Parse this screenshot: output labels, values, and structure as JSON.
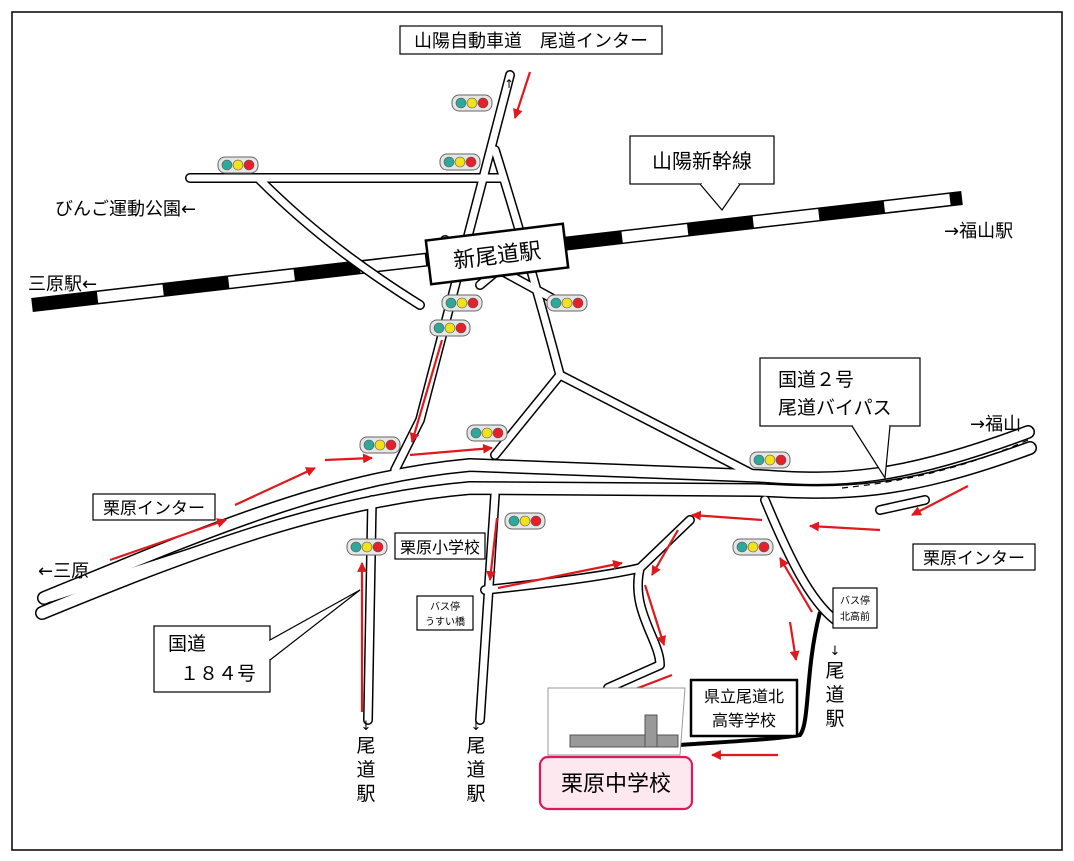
{
  "labels": {
    "sanyo_expressway": "山陽自動車道　尾道インター",
    "shinkansen": "山陽新幹線",
    "shin_onomichi_station": "新尾道駅",
    "bingo_park": "びんご運動公園←",
    "mihara_station": "三原駅←",
    "fukuyama_station": "→福山駅",
    "route2_line1": "国道２号",
    "route2_line2": "尾道バイパス",
    "to_fukuyama": "→福山",
    "kurihara_ic_left": "栗原インター",
    "kurihara_ic_right": "栗原インター",
    "to_mihara": "←三原",
    "kurihara_elementary": "栗原小学校",
    "bus_stop_usuibashi_1": "バス停",
    "bus_stop_usuibashi_2": "うすい橋",
    "bus_stop_kitakoumae_1": "バス停",
    "bus_stop_kitakoumae_2": "北高前",
    "route184_line1": "国道",
    "route184_line2": "１８４号",
    "kita_highschool_line1": "県立尾道北",
    "kita_highschool_line2": "高等学校",
    "kurihara_junior_high": "栗原中学校",
    "to_onomichi_station_chars": [
      "↓",
      "尾",
      "道",
      "駅"
    ]
  },
  "colors": {
    "route_arrow": "#e0191e",
    "school_highlight_border": "#e0195a",
    "school_highlight_fill": "#fde8ef",
    "signal_green": "#2ea89a",
    "signal_yellow": "#f2e21a",
    "signal_red": "#e5202a"
  }
}
